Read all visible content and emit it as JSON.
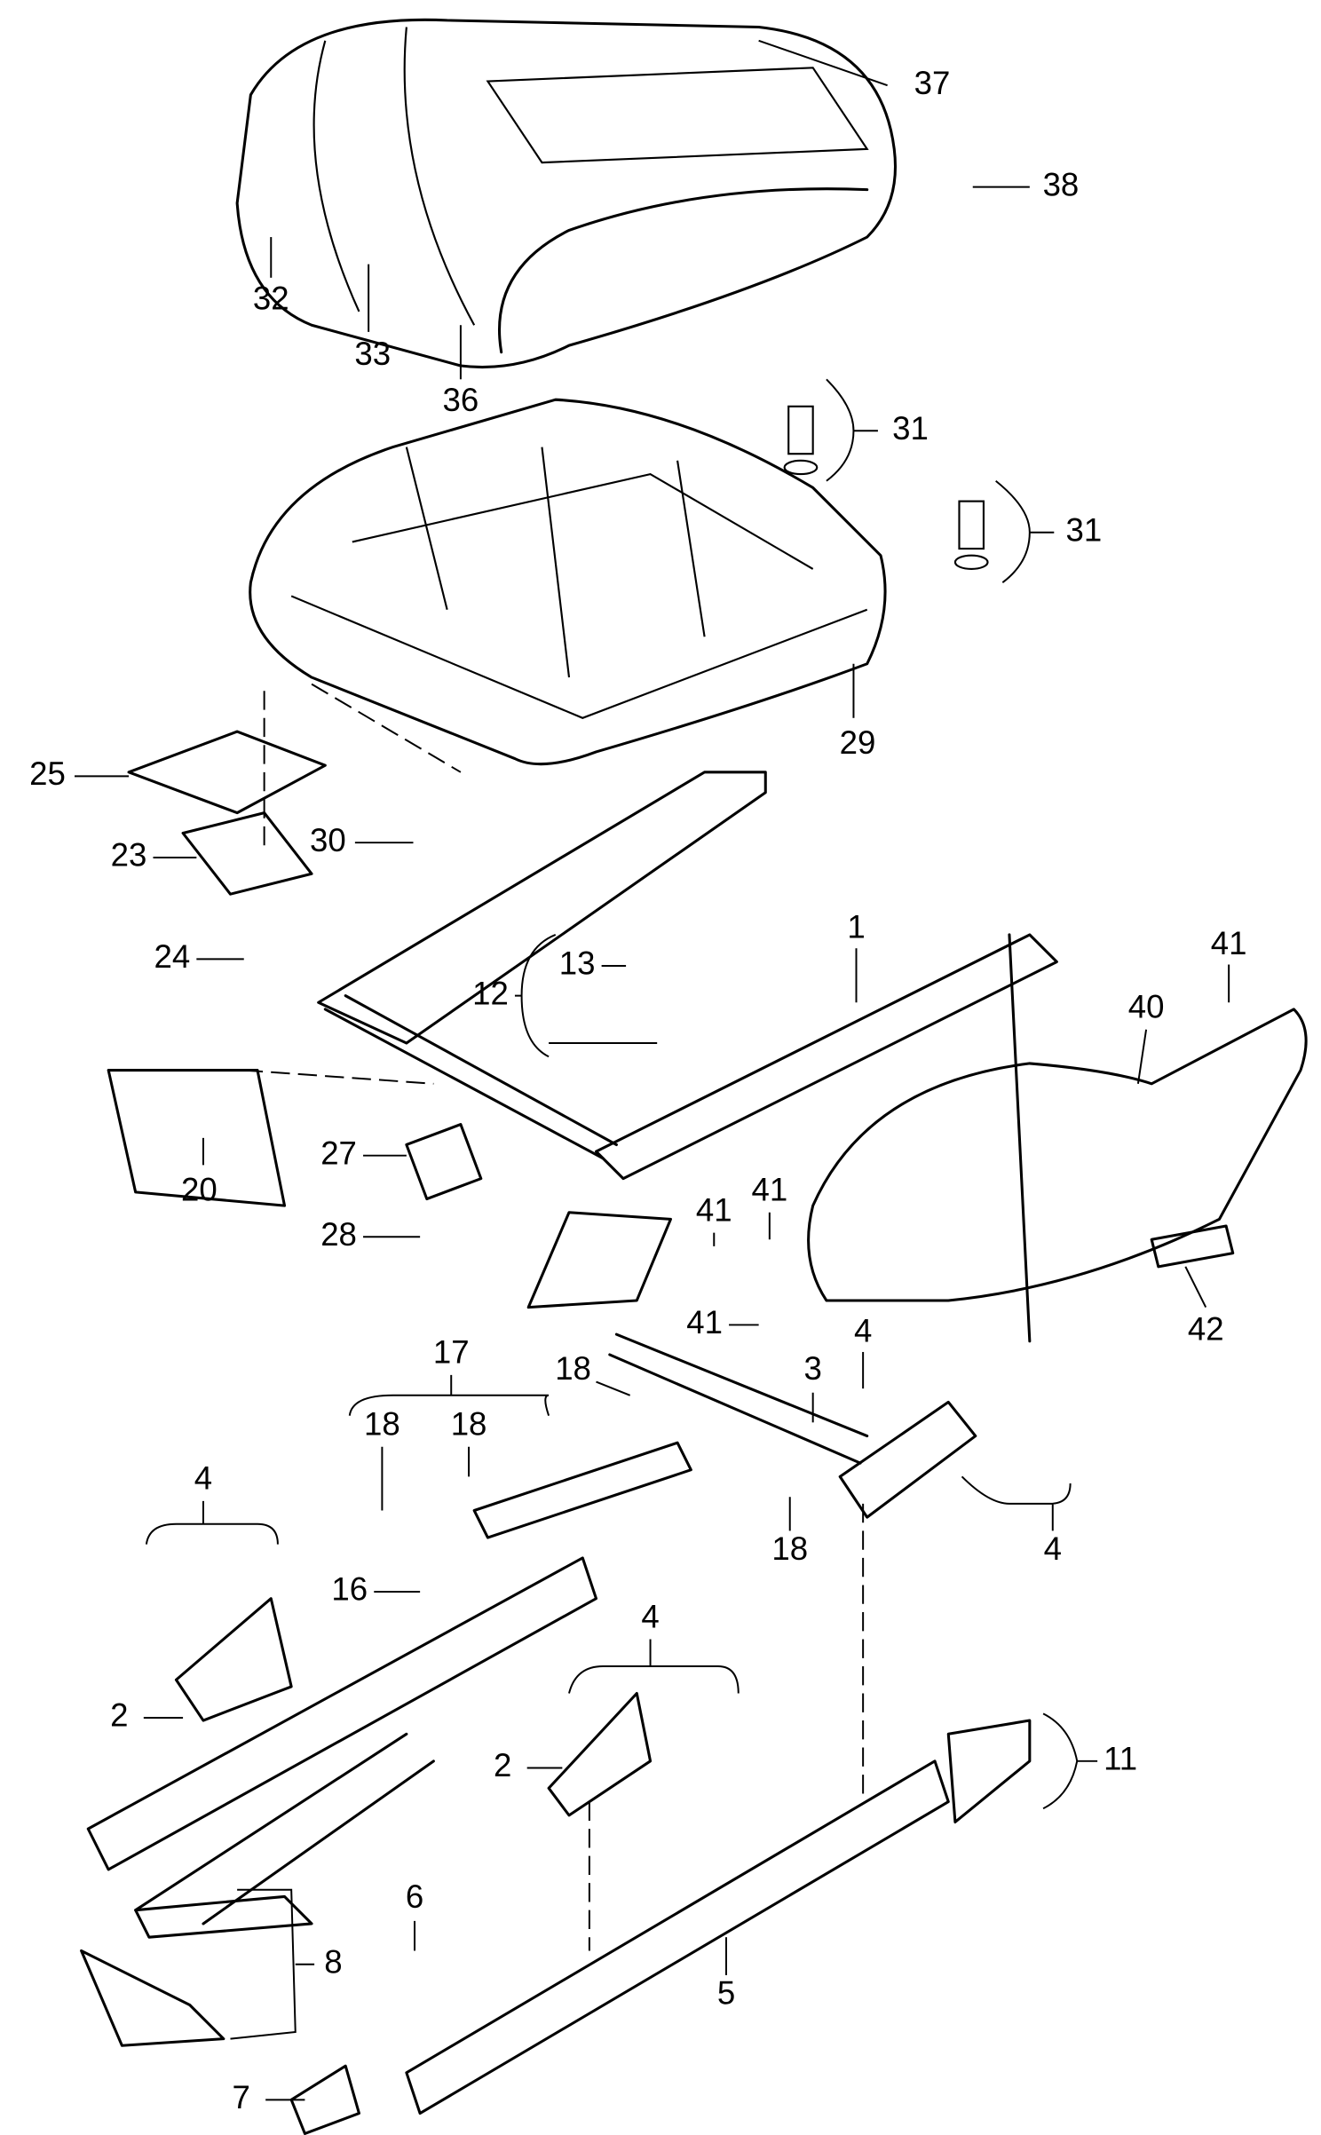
{
  "diagram": {
    "background": "#ffffff",
    "line_color": "#000000",
    "callouts": {
      "c37": "37",
      "c38": "38",
      "c32": "32",
      "c33": "33",
      "c36": "36",
      "c31a": "31",
      "c31b": "31",
      "c29": "29",
      "c25": "25",
      "c30": "30",
      "c23": "23",
      "c1": "1",
      "c41a": "41",
      "c24": "24",
      "c13": "13",
      "c12": "12",
      "c40": "40",
      "c27": "27",
      "c20": "20",
      "c28": "28",
      "c41b": "41",
      "c41c": "41",
      "c41d": "41",
      "c42": "42",
      "c17": "17",
      "c4a": "4",
      "c18a": "18",
      "c3": "3",
      "c18b": "18",
      "c18c": "18",
      "c4b": "4",
      "c18d": "18",
      "c4c": "4",
      "c16": "16",
      "c4d": "4",
      "c2a": "2",
      "c2b": "2",
      "c11": "11",
      "c6": "6",
      "c8": "8",
      "c5": "5",
      "c7": "7"
    }
  }
}
